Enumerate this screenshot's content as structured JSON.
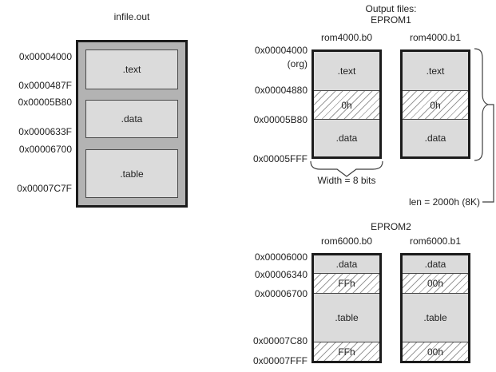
{
  "figure": {
    "infile": {
      "title": "infile.out",
      "sections": [
        ".text",
        ".data",
        ".table"
      ],
      "addresses": [
        "0x00004000",
        "0x0000487F",
        "0x00005B80",
        "0x0000633F",
        "0x00006700",
        "0x00007C7F"
      ]
    },
    "output_header": {
      "line1": "Output files:",
      "line2": "EPROM1"
    },
    "eprom1": {
      "files": [
        "rom4000.b0",
        "rom4000.b1"
      ],
      "addresses": [
        "0x00004000",
        "(org)",
        "0x00004880",
        "0x00005B80",
        "0x00005FFF"
      ],
      "b0_bands": [
        ".text",
        "0h",
        ".data"
      ],
      "b1_bands": [
        ".text",
        "0h",
        ".data"
      ],
      "width_label": "Width = 8 bits",
      "len_label": "len = 2000h (8K)"
    },
    "eprom2": {
      "title": "EPROM2",
      "files": [
        "rom6000.b0",
        "rom6000.b1"
      ],
      "addresses": [
        "0x00006000",
        "0x00006340",
        "0x00006700",
        "0x00007C80",
        "0x00007FFF"
      ],
      "b0_bands": [
        ".data",
        "FFh",
        ".table",
        "FFh"
      ],
      "b1_bands": [
        ".data",
        "00h",
        ".table",
        "00h"
      ]
    },
    "colors": {
      "section_fill": "#dbdbdb",
      "container_fill": "#b3b3b3",
      "border_dark": "#1b1b1b",
      "hatch_line": "#9a9a9a",
      "background": "#ffffff"
    }
  }
}
